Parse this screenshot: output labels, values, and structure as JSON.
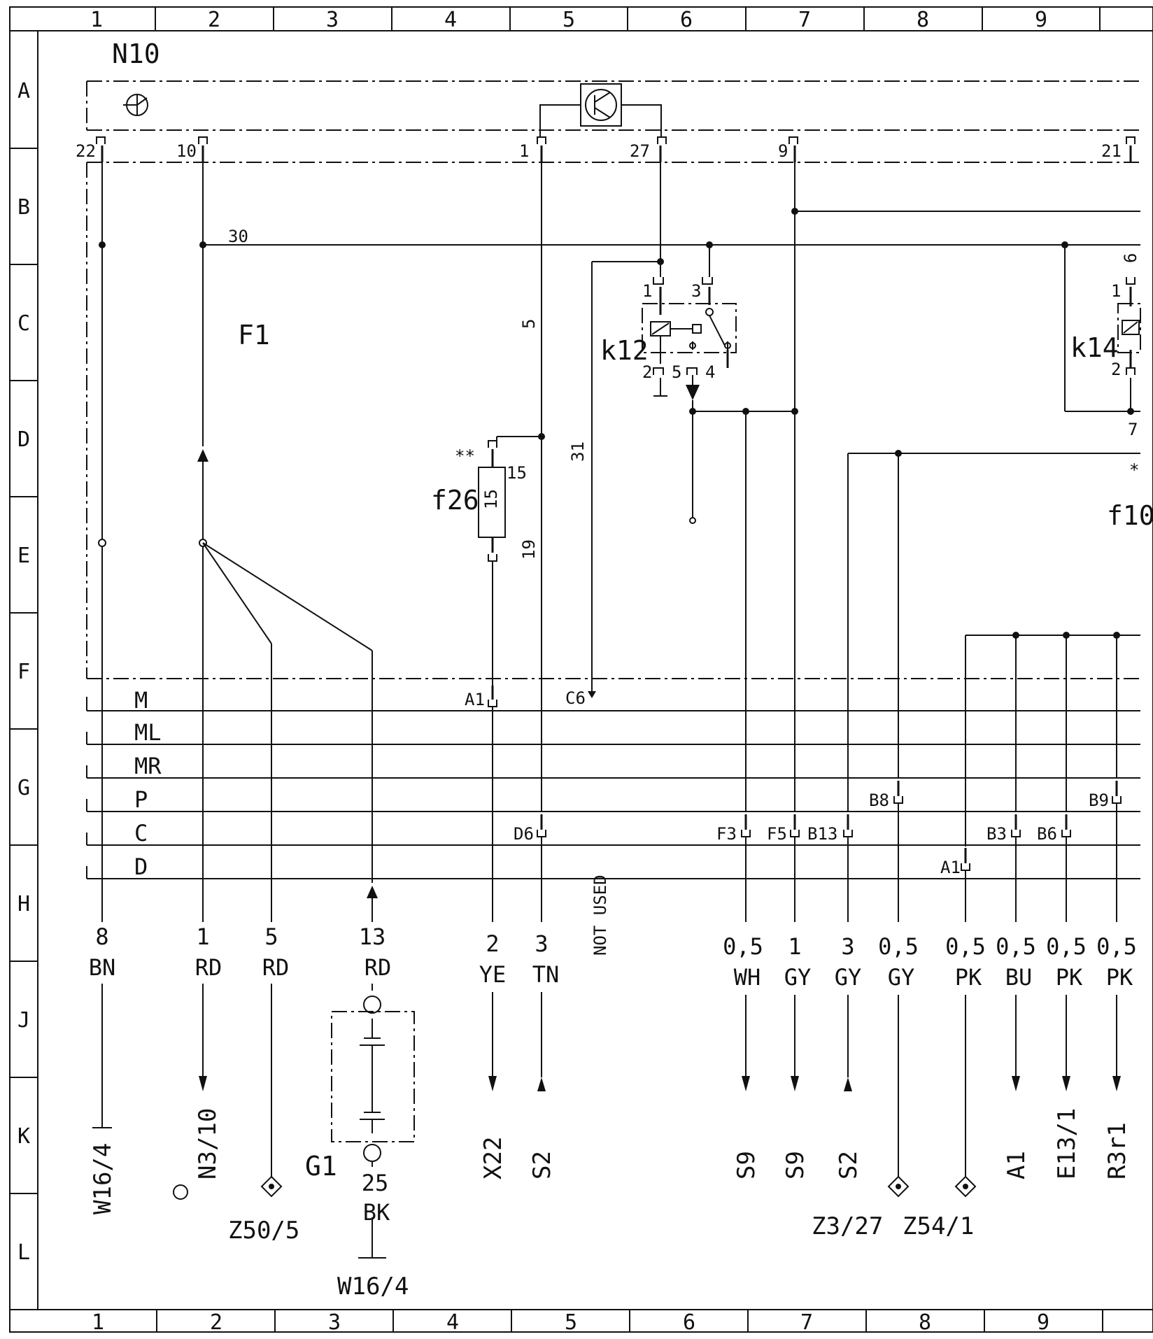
{
  "frame": {
    "columns": [
      "1",
      "2",
      "3",
      "4",
      "5",
      "6",
      "7",
      "8",
      "9"
    ],
    "rows": [
      "A",
      "B",
      "C",
      "D",
      "E",
      "F",
      "G",
      "H",
      "J",
      "K",
      "L"
    ]
  },
  "components": {
    "n10": "N10",
    "f1": "F1",
    "k12": "k12",
    "k14": "k14",
    "f26": "f26",
    "f26_value": "15",
    "f10": "f10",
    "g1": "G1",
    "double_star": "**",
    "star": "*"
  },
  "pins": {
    "p22": "22",
    "p10": "10",
    "p1": "1",
    "p27": "27",
    "p9": "9",
    "p21": "21",
    "k12_1": "1",
    "k12_3": "3",
    "k12_2": "2",
    "k12_5": "5",
    "k12_4": "4",
    "k14_6": "6",
    "k14_1": "1",
    "k14_2": "2",
    "k14_7": "7",
    "f26_15": "15",
    "w30": "30",
    "w5": "5",
    "w31": "31",
    "w19": "19"
  },
  "buses": [
    "M",
    "ML",
    "MR",
    "P",
    "C",
    "D"
  ],
  "connectors": {
    "a1_m": "A1",
    "c6": "C6",
    "d6": "D6",
    "f3": "F3",
    "f5": "F5",
    "b13": "B13",
    "b8": "B8",
    "b9": "B9",
    "a1_d": "A1",
    "b3": "B3",
    "b6": "B6"
  },
  "not_used": "NOT USED",
  "wires": [
    {
      "size": "8",
      "color": "BN"
    },
    {
      "size": "1",
      "color": "RD"
    },
    {
      "size": "5",
      "color": "RD"
    },
    {
      "size": "13",
      "color": "RD"
    },
    {
      "size": "2",
      "color": "YE"
    },
    {
      "size": "3",
      "color": "TN"
    },
    {
      "size": "0,5",
      "color": "WH"
    },
    {
      "size": "1",
      "color": "GY"
    },
    {
      "size": "3",
      "color": "GY"
    },
    {
      "size": "0,5",
      "color": "GY"
    },
    {
      "size": "0,5",
      "color": "PK"
    },
    {
      "size": "0,5",
      "color": "BU"
    },
    {
      "size": "0,5",
      "color": "PK"
    },
    {
      "size": "0,5",
      "color": "PK"
    }
  ],
  "battery_wire": {
    "size": "25",
    "color": "BK"
  },
  "destinations": {
    "w16_4_a": "W16/4",
    "n3_10": "N3/10",
    "z50_5": "Z50/5",
    "w16_4_b": "W16/4",
    "x22": "X22",
    "s2_a": "S2",
    "s9_a": "S9",
    "s9_b": "S9",
    "s2_b": "S2",
    "z3_27": "Z3/27",
    "z54_1": "Z54/1",
    "a1": "A1",
    "e13_1": "E13/1",
    "r3r1": "R3r1"
  }
}
